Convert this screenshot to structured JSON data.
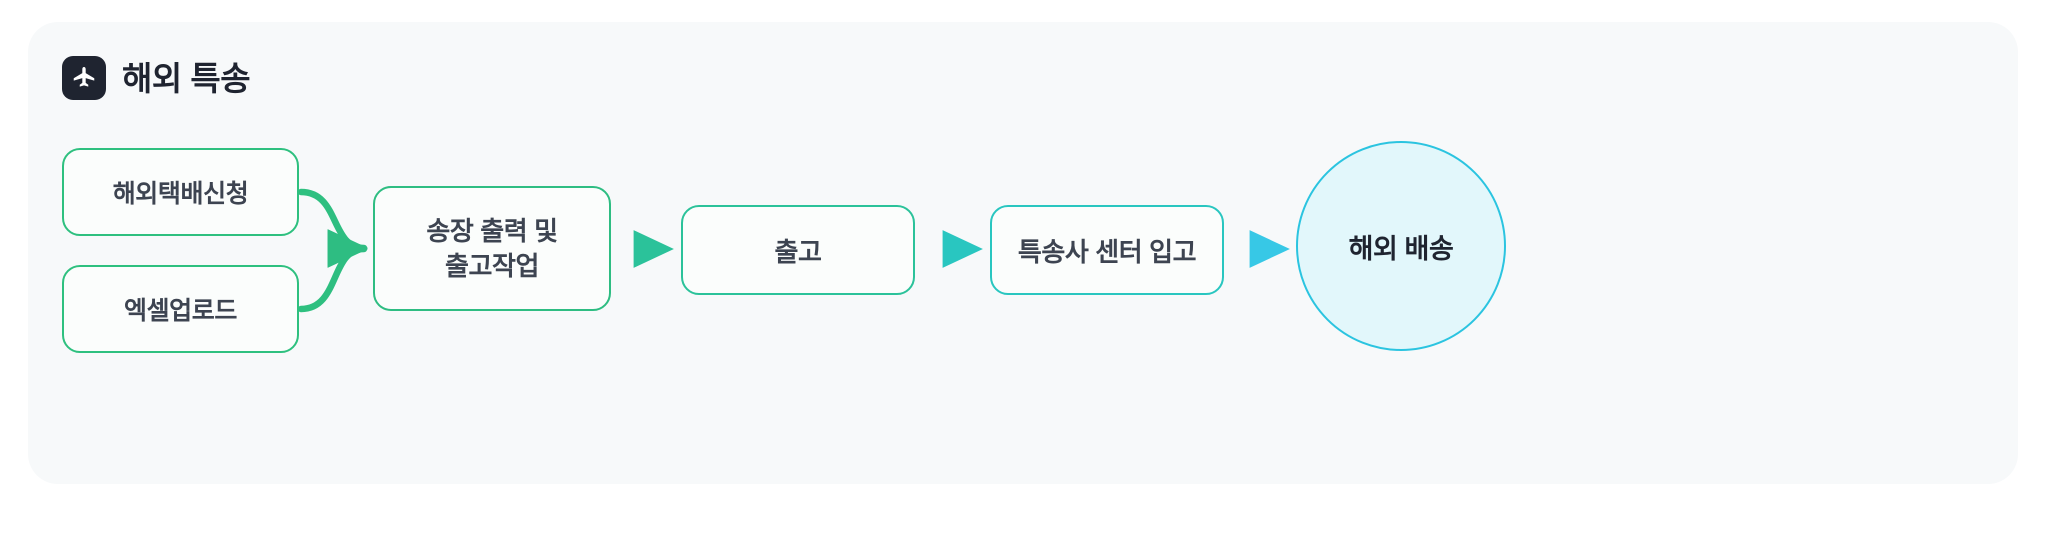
{
  "header": {
    "title": "해외 특송",
    "icon": "airplane-icon"
  },
  "colors": {
    "panel_background": "#f7f9fa",
    "page_background": "#ffffff",
    "green": "#2ec07f",
    "green_mid": "#2ebd82",
    "teal": "#2bc29a",
    "cyan": "#29c6c0",
    "cyan_light": "#2bc4e0",
    "circle_fill": "#e2f7fb",
    "node_text": "#3d4451",
    "title_text": "#1f2430",
    "icon_background": "#1f2430"
  },
  "flow": {
    "sources": [
      {
        "id": "overseas-parcel-request",
        "label": "해외택배신청",
        "border": "#2ec07f"
      },
      {
        "id": "excel-upload",
        "label": "엑셀업로드",
        "border": "#2ec07f"
      }
    ],
    "steps": [
      {
        "id": "invoice-print-and-release",
        "line1": "송장 출력 및",
        "line2": "출고작업",
        "border": "#2ebd82"
      },
      {
        "id": "shipping-out",
        "label": "출고",
        "border": "#2bc29a"
      },
      {
        "id": "express-center-inbound",
        "label": "특송사 센터 입고",
        "border": "#29c6c0"
      }
    ],
    "terminal": {
      "id": "overseas-delivery",
      "label": "해외 배송",
      "shape": "circle",
      "border": "#2bc4e0",
      "fill": "#e2f7fb"
    },
    "connectors": [
      {
        "from": "overseas-parcel-request",
        "to": "invoice-print-and-release",
        "style": "curve-down",
        "color": "#2ec07f"
      },
      {
        "from": "excel-upload",
        "to": "invoice-print-and-release",
        "style": "curve-up",
        "color": "#2ec07f"
      },
      {
        "from": "invoice-print-and-release",
        "to": "shipping-out",
        "style": "straight",
        "color": "#2ebd82"
      },
      {
        "from": "shipping-out",
        "to": "express-center-inbound",
        "style": "straight",
        "color": "#2bc29a"
      },
      {
        "from": "express-center-inbound",
        "to": "overseas-delivery",
        "style": "straight",
        "color": "#2bc4e0"
      }
    ]
  }
}
